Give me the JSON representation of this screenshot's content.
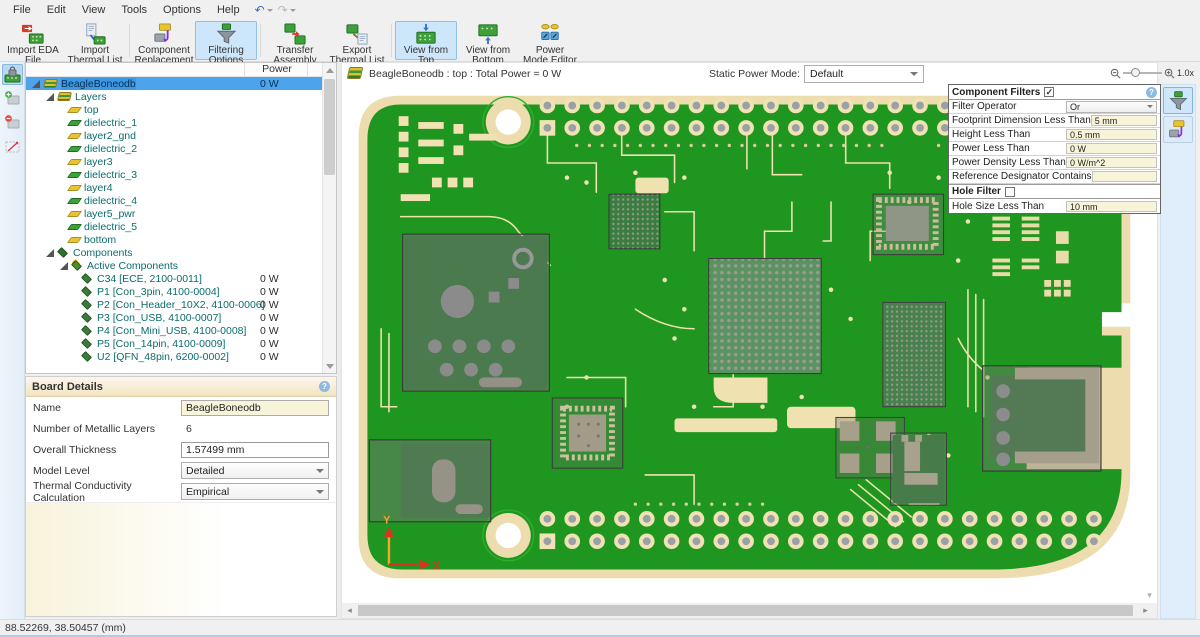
{
  "menu_bar": {
    "items": [
      "File",
      "Edit",
      "View",
      "Tools",
      "Options",
      "Help"
    ]
  },
  "toolbar": {
    "buttons": [
      {
        "label": "Import EDA File",
        "active": false
      },
      {
        "label": "Import Thermal List",
        "active": false
      },
      {
        "label": "Component Replacement",
        "active": false
      },
      {
        "label": "Filtering Options",
        "active": true
      },
      {
        "label": "Transfer Assembly",
        "active": false
      },
      {
        "label": "Export Thermal List",
        "active": false
      },
      {
        "label": "View from Top",
        "active": true
      },
      {
        "label": "View from Bottom",
        "active": false
      },
      {
        "label": "Power Mode Editor",
        "active": false
      }
    ]
  },
  "left_rail": {
    "icons": [
      "lock-board",
      "add-component",
      "remove-component",
      "measure"
    ]
  },
  "tree": {
    "columns": {
      "power": "Power"
    },
    "items": [
      {
        "label": "BeagleBoneodb",
        "power": "0 W",
        "level": 0,
        "icon": "board",
        "selected": true,
        "expanded": true
      },
      {
        "label": "Layers",
        "level": 1,
        "icon": "layers",
        "expanded": true
      },
      {
        "label": "top",
        "level": 2,
        "icon": "layer-yellow"
      },
      {
        "label": "dielectric_1",
        "level": 2,
        "icon": "layer-green"
      },
      {
        "label": "layer2_gnd",
        "level": 2,
        "icon": "layer-yellow"
      },
      {
        "label": "dielectric_2",
        "level": 2,
        "icon": "layer-green"
      },
      {
        "label": "layer3",
        "level": 2,
        "icon": "layer-yellow"
      },
      {
        "label": "dielectric_3",
        "level": 2,
        "icon": "layer-green"
      },
      {
        "label": "layer4",
        "level": 2,
        "icon": "layer-yellow"
      },
      {
        "label": "dielectric_4",
        "level": 2,
        "icon": "layer-green"
      },
      {
        "label": "layer5_pwr",
        "level": 2,
        "icon": "layer-yellow"
      },
      {
        "label": "dielectric_5",
        "level": 2,
        "icon": "layer-green"
      },
      {
        "label": "bottom",
        "level": 2,
        "icon": "layer-yellow"
      },
      {
        "label": "Components",
        "level": 1,
        "icon": "component-group",
        "expanded": true
      },
      {
        "label": "Active Components",
        "level": 2,
        "icon": "component-active",
        "expanded": true
      },
      {
        "label": "C34 [ECE, 2100-0011]",
        "power": "0 W",
        "level": 3,
        "icon": "component"
      },
      {
        "label": "P1 [Con_3pin, 4100-0004]",
        "power": "0 W",
        "level": 3,
        "icon": "component"
      },
      {
        "label": "P2 [Con_Header_10X2, 4100-0006]",
        "power": "0 W",
        "level": 3,
        "icon": "component"
      },
      {
        "label": "P3 [Con_USB, 4100-0007]",
        "power": "0 W",
        "level": 3,
        "icon": "component"
      },
      {
        "label": "P4 [Con_Mini_USB, 4100-0008]",
        "power": "0 W",
        "level": 3,
        "icon": "component"
      },
      {
        "label": "P5 [Con_14pin, 4100-0009]",
        "power": "0 W",
        "level": 3,
        "icon": "component"
      },
      {
        "label": "U2 [QFN_48pin, 6200-0002]",
        "power": "0 W",
        "level": 3,
        "icon": "component"
      }
    ]
  },
  "board_details": {
    "title": "Board Details",
    "fields": [
      {
        "label": "Name",
        "value": "BeagleBoneodb",
        "kind": "input-yellow"
      },
      {
        "label": "Number of Metallic Layers",
        "value": "6",
        "kind": "static"
      },
      {
        "label": "Overall Thickness",
        "value": "1.57499 mm",
        "kind": "input"
      },
      {
        "label": "Model Level",
        "value": "Detailed",
        "kind": "select"
      },
      {
        "label": "Thermal Conductivity Calculation",
        "value": "Empirical",
        "kind": "select"
      }
    ]
  },
  "viewport": {
    "header_title": "BeagleBoneodb : top : Total Power = 0 W",
    "static_power_mode_label": "Static Power Mode:",
    "static_power_mode_value": "Default",
    "zoom_level": "1.0x",
    "axis_x_label": "X",
    "axis_y_label": "Y"
  },
  "filter_panel": {
    "title": "Component Filters",
    "enabled": true,
    "rows": [
      {
        "label": "Filter Operator",
        "value": "Or",
        "kind": "select"
      },
      {
        "label": "Footprint Dimension Less Than",
        "value": "5 mm",
        "kind": "input"
      },
      {
        "label": "Height Less Than",
        "value": "0.5 mm",
        "kind": "input"
      },
      {
        "label": "Power Less Than",
        "value": "0 W",
        "kind": "input"
      },
      {
        "label": "Power Density Less Than",
        "value": "0 W/m^2",
        "kind": "input"
      },
      {
        "label": "Reference Designator Contains",
        "value": "",
        "kind": "input"
      }
    ],
    "hole_section": {
      "title": "Hole Filter",
      "enabled": false,
      "rows": [
        {
          "label": "Hole Size Less Than",
          "value": "10 mm",
          "kind": "input"
        }
      ]
    }
  },
  "status_bar": {
    "coordinates": "88.52269, 38.50457 (mm)"
  },
  "colors": {
    "selection_blue": "#4ea4ec",
    "toolbar_highlight": "#cde6fa",
    "board_edge_cream": "#ecdcae",
    "board_mask_green": "#1f961f",
    "trace_cream": "#efe2b0",
    "component_overlay_gray": "#808080",
    "axis_x_red": "#e03020",
    "axis_y_orange": "#f5a623",
    "input_yellow": "#f8f4da"
  }
}
